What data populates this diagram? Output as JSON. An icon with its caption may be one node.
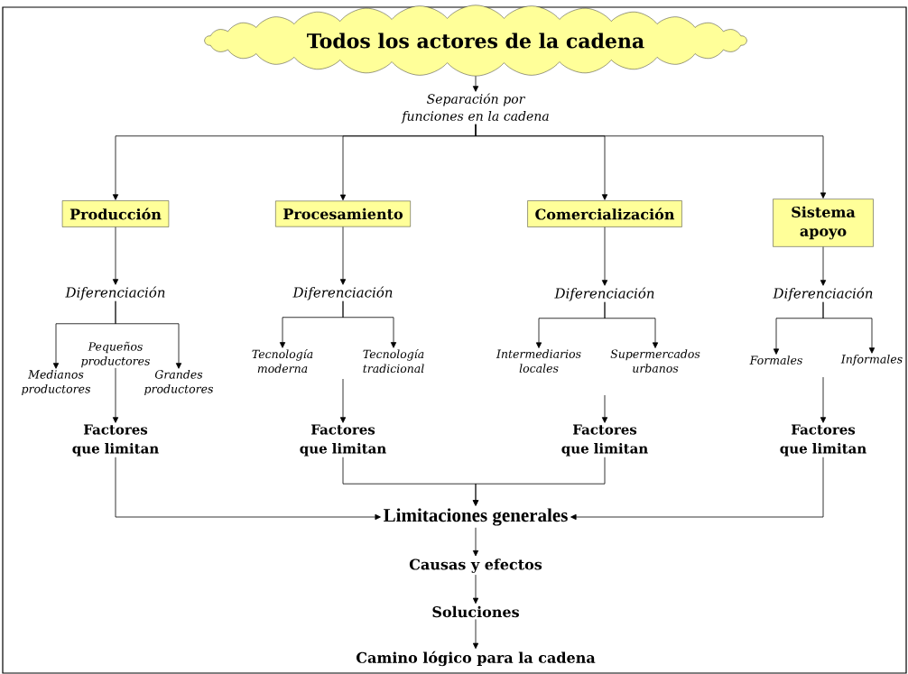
{
  "diagram": {
    "nodes": [
      {
        "text": [
          "Todos los actores de la cadena"
        ]
      },
      {
        "text": [
          "Separación por funciones en la cadena"
        ]
      },
      {
        "text": [
          "Producción"
        ]
      },
      {
        "text": [
          "Procesamiento"
        ]
      },
      {
        "text": [
          "Comercialización"
        ]
      },
      {
        "text": [
          "Sistema apoyo"
        ]
      },
      {
        "text": [
          "Diferenciación"
        ]
      },
      {
        "text": [
          "Diferenciación"
        ]
      },
      {
        "text": [
          "Diferenciación"
        ]
      },
      {
        "text": [
          "Diferenciación"
        ]
      },
      {
        "text": [
          "Pequeños productores"
        ]
      },
      {
        "text": [
          "Medianos productores"
        ]
      },
      {
        "text": [
          "Grandes productores"
        ]
      },
      {
        "text": [
          "Tecnología moderna"
        ]
      },
      {
        "text": [
          "Tecnología tradicional"
        ]
      },
      {
        "text": [
          "Intermediarios locales"
        ]
      },
      {
        "text": [
          "Supermercados urbanos"
        ]
      },
      {
        "text": [
          "Formales"
        ]
      },
      {
        "text": [
          "Informales"
        ]
      },
      {
        "text": [
          "Factores que limitan"
        ]
      },
      {
        "text": [
          "Factores que limitan"
        ]
      },
      {
        "text": [
          "Factores que limitan"
        ]
      },
      {
        "text": [
          "Factores que limitan"
        ]
      },
      {
        "text": [
          "Limitaciones generales"
        ]
      },
      {
        "text": [
          "Causas y efectos"
        ]
      },
      {
        "text": [
          "Soluciones"
        ]
      },
      {
        "text": [
          "Camino lógico para la cadena"
        ]
      }
    ],
    "edges": [
      {
        "from": 0,
        "to": 1,
        "arrow": "to"
      },
      {
        "from": 1,
        "to": 2,
        "arrow": "to"
      },
      {
        "from": 1,
        "to": 3,
        "arrow": "to"
      },
      {
        "from": 1,
        "to": 4,
        "arrow": "to"
      },
      {
        "from": 1,
        "to": 5,
        "arrow": "to"
      },
      {
        "from": 2,
        "to": 6,
        "arrow": "to"
      },
      {
        "from": 3,
        "to": 7,
        "arrow": "to"
      },
      {
        "from": 4,
        "to": 8,
        "arrow": "to"
      },
      {
        "from": 5,
        "to": 9,
        "arrow": "to"
      },
      {
        "from": 6,
        "to": 11,
        "arrow": "to"
      },
      {
        "from": 6,
        "to": 12,
        "arrow": "to"
      },
      {
        "from": 7,
        "to": 13,
        "arrow": "to"
      },
      {
        "from": 7,
        "to": 14,
        "arrow": "to"
      },
      {
        "from": 8,
        "to": 15,
        "arrow": "to"
      },
      {
        "from": 8,
        "to": 16,
        "arrow": "to"
      },
      {
        "from": 9,
        "to": 17,
        "arrow": "to"
      },
      {
        "from": 9,
        "to": 18,
        "arrow": "to"
      },
      {
        "from": 10,
        "to": 19,
        "arrow": "to"
      },
      {
        "from": null,
        "to": 20,
        "arrow": "to"
      },
      {
        "from": null,
        "to": 21,
        "arrow": "to"
      },
      {
        "from": null,
        "to": 22,
        "arrow": "to"
      },
      {
        "from": 19,
        "to": 23,
        "arrow": "to"
      },
      {
        "from": 20,
        "to": 23,
        "arrow": "to"
      },
      {
        "from": 21,
        "to": 23,
        "arrow": "to"
      },
      {
        "from": 22,
        "to": 23,
        "arrow": "to"
      },
      {
        "from": 23,
        "to": 24,
        "arrow": "to"
      },
      {
        "from": 24,
        "to": 25,
        "arrow": "to"
      },
      {
        "from": 25,
        "to": 26,
        "arrow": "to"
      }
    ]
  }
}
